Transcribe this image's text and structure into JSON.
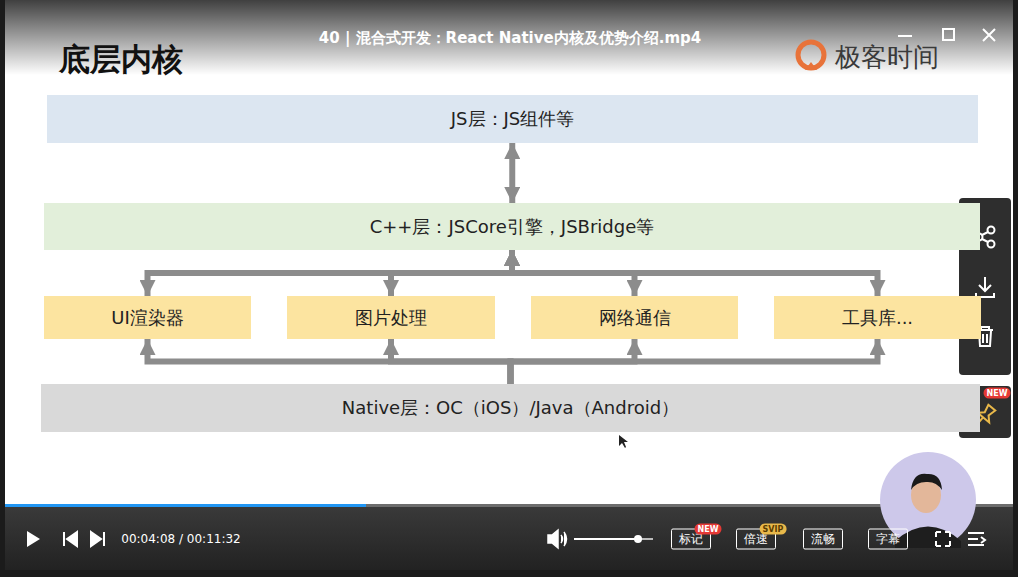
{
  "diagram": {
    "title": "底层内核",
    "nodes": [
      {
        "text": [
          "JS层：JS组件等"
        ]
      },
      {
        "text": [
          "C++层：JSCore引擎，JSBridge等"
        ]
      },
      {
        "text": [
          "UI渲染器"
        ]
      },
      {
        "text": [
          "图片处理"
        ]
      },
      {
        "text": [
          "网络通信"
        ]
      },
      {
        "text": [
          "工具库..."
        ]
      },
      {
        "text": [
          "Native层：OC（iOS）/Java（Android）"
        ]
      }
    ],
    "edges": [
      {
        "from": 0,
        "to": 1,
        "arrow": "both"
      },
      {
        "from": 1,
        "to": 2,
        "arrow": "both"
      },
      {
        "from": 1,
        "to": 3,
        "arrow": "both"
      },
      {
        "from": 1,
        "to": 4,
        "arrow": "both"
      },
      {
        "from": 1,
        "to": 5,
        "arrow": "both"
      },
      {
        "from": 6,
        "to": 2,
        "arrow": "to"
      },
      {
        "from": 6,
        "to": 3,
        "arrow": "to"
      },
      {
        "from": 6,
        "to": 4,
        "arrow": "to"
      },
      {
        "from": 6,
        "to": 5,
        "arrow": "to"
      }
    ],
    "labels": [
      "40 | 混合式开发：React Native内核及优势介绍.mp4",
      "极客时间",
      "00:04:08 / 00:11:32",
      "标记",
      "NEW",
      "倍速",
      "SVIP",
      "流畅",
      "字幕",
      "NEW"
    ]
  }
}
